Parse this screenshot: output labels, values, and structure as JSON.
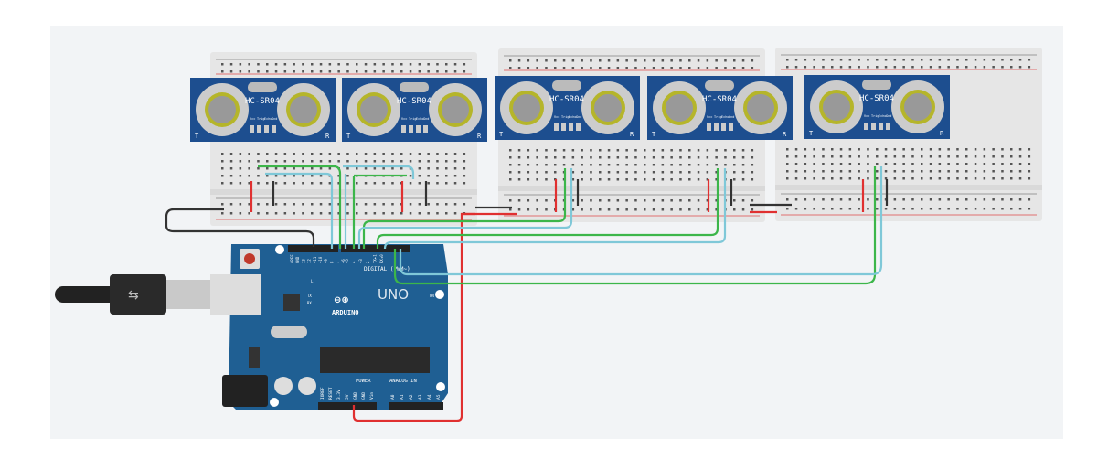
{
  "sensors": [
    {
      "model": "HC-SR04",
      "t": "T",
      "r": "R",
      "pins": [
        "Vcc",
        "Trig",
        "Echo",
        "Gnd"
      ]
    },
    {
      "model": "HC-SR04",
      "t": "T",
      "r": "R",
      "pins": [
        "Vcc",
        "Trig",
        "Echo",
        "Gnd"
      ]
    },
    {
      "model": "HC-SR04",
      "t": "T",
      "r": "R",
      "pins": [
        "Vcc",
        "Trig",
        "Echo",
        "Gnd"
      ]
    },
    {
      "model": "HC-SR04",
      "t": "T",
      "r": "R",
      "pins": [
        "Vcc",
        "Trig",
        "Echo",
        "Gnd"
      ]
    },
    {
      "model": "HC-SR04",
      "t": "T",
      "r": "R",
      "pins": [
        "Vcc",
        "Trig",
        "Echo",
        "Gnd"
      ]
    }
  ],
  "arduino": {
    "brand": "ARDUINO",
    "model": "UNO",
    "digital_label": "DIGITAL (PWM~)",
    "power_label": "POWER",
    "analog_label": "ANALOG IN",
    "on_label": "ON",
    "led_labels": [
      "L",
      "TX",
      "RX"
    ],
    "digital_pins": [
      "AREF",
      "GND",
      "13",
      "12",
      "~11",
      "~10",
      "~9",
      "8",
      "7",
      "~6",
      "~5",
      "4",
      "~3",
      "2",
      "TX▸1",
      "RX◂0"
    ],
    "power_pins": [
      "IOREF",
      "RESET",
      "3.3V",
      "5V",
      "GND",
      "GND",
      "Vin"
    ],
    "analog_pins": [
      "A0",
      "A1",
      "A2",
      "A3",
      "A4",
      "A5"
    ]
  },
  "colors": {
    "board": "#1f5f93",
    "sensor": "#1d4e8f",
    "wire_green": "#3cb64a",
    "wire_blue": "#7fc8d8",
    "wire_red": "#e03030",
    "wire_black": "#333333",
    "breadboard": "#e6e6e6"
  }
}
